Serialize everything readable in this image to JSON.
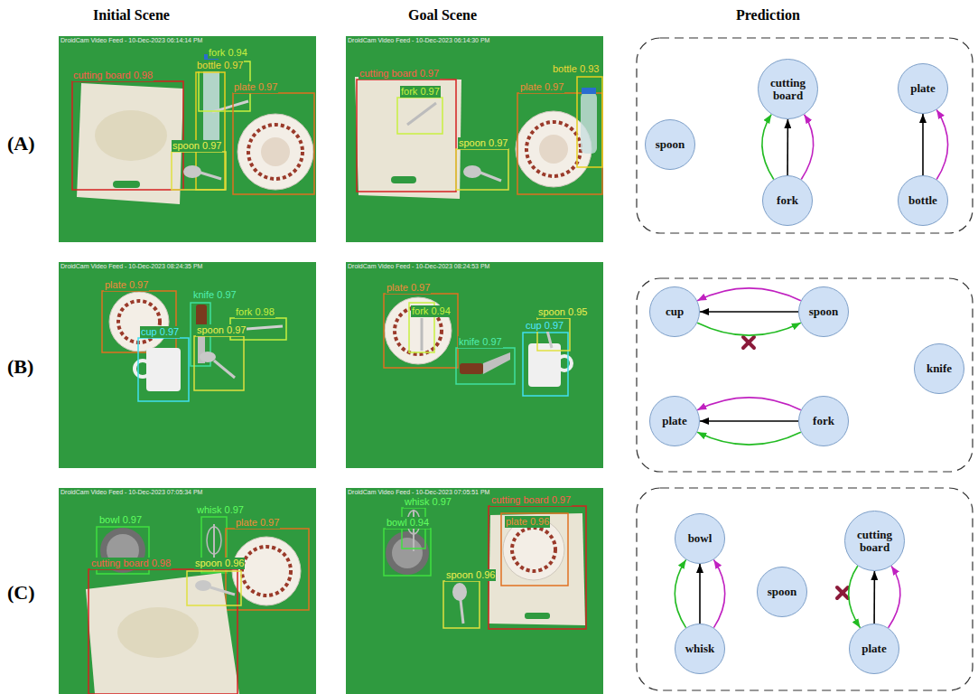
{
  "diagram": {
    "nodes": [
      {
        "text": [
          "cutting board"
        ]
      },
      {
        "text": [
          "plate"
        ]
      },
      {
        "text": [
          "spoon"
        ]
      },
      {
        "text": [
          "fork"
        ]
      },
      {
        "text": [
          "bottle"
        ]
      },
      {
        "text": [
          "cup"
        ]
      },
      {
        "text": [
          "spoon"
        ]
      },
      {
        "text": [
          "knife"
        ]
      },
      {
        "text": [
          "plate"
        ]
      },
      {
        "text": [
          "fork"
        ]
      },
      {
        "text": [
          "bowl"
        ]
      },
      {
        "text": [
          "cutting board"
        ]
      },
      {
        "text": [
          "spoon"
        ]
      },
      {
        "text": [
          "whisk"
        ]
      },
      {
        "text": [
          "plate"
        ]
      }
    ],
    "edges": [
      {
        "from": 3,
        "to": 0,
        "arrow": "to"
      },
      {
        "from": 3,
        "to": 0,
        "arrow": "to"
      },
      {
        "from": 3,
        "to": 0,
        "arrow": "to"
      },
      {
        "from": 4,
        "to": 1,
        "arrow": "to"
      },
      {
        "from": 4,
        "to": 1,
        "arrow": "to"
      },
      {
        "from": 6,
        "to": 5,
        "arrow": "to"
      },
      {
        "from": 6,
        "to": 5,
        "arrow": "to"
      },
      {
        "from": 5,
        "to": 6,
        "arrow": "to"
      },
      {
        "from": 9,
        "to": 8,
        "arrow": "to"
      },
      {
        "from": 9,
        "to": 8,
        "arrow": "to"
      },
      {
        "from": 9,
        "to": 8,
        "arrow": "to"
      },
      {
        "from": 13,
        "to": 10,
        "arrow": "to"
      },
      {
        "from": 13,
        "to": 10,
        "arrow": "to"
      },
      {
        "from": 13,
        "to": 10,
        "arrow": "to"
      },
      {
        "from": 14,
        "to": 11,
        "arrow": "to"
      },
      {
        "from": 14,
        "to": 11,
        "arrow": "to"
      },
      {
        "from": 11,
        "to": 14,
        "arrow": "to"
      }
    ],
    "labels": [
      "Initial Scene",
      "Goal Scene",
      "Prediction",
      "(A)",
      "(B)",
      "(C)",
      "DroidCam Video Feed - 10-Dec-2023 06:14:14 PM",
      "cutting board 0.98",
      "fork 0.94",
      "bottle 0.97",
      "plate 0.97",
      "spoon 0.97",
      "DroidCam Video Feed - 10-Dec-2023 06:14:30 PM",
      "cutting board 0.97",
      "fork 0.97",
      "spoon 0.97",
      "bottle 0.93",
      "plate 0.97",
      "DroidCam Video Feed - 10-Dec-2023 08:24:35 PM",
      "plate 0.97",
      "knife 0.97",
      "fork 0.98",
      "cup 0.97",
      "spoon 0.97",
      "DroidCam Video Feed - 10-Dec-2023 08:24:53 PM",
      "plate 0.97",
      "fork 0.94",
      "knife 0.97",
      "spoon 0.95",
      "cup 0.97",
      "DroidCam Video Feed - 10-Dec-2023 07:05:34 PM",
      "bowl 0.97",
      "whisk 0.97",
      "plate 0.97",
      "cutting board 0.98",
      "spoon 0.96",
      "DroidCam Video Feed - 10-Dec-2023 07:05:51 PM",
      "whisk 0.97",
      "bowl 0.94",
      "cutting board 0.97",
      "plate 0.96",
      "spoon 0.96"
    ]
  }
}
